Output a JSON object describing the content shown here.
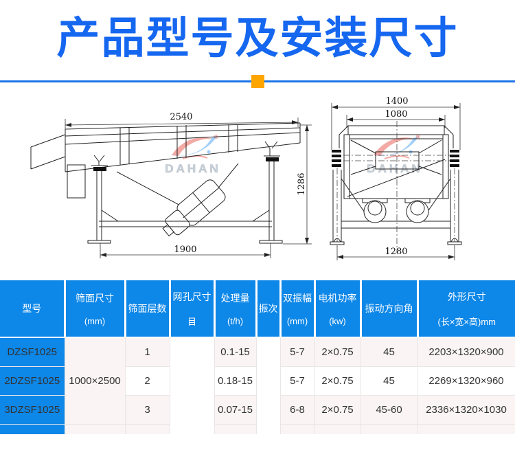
{
  "page": {
    "title": "产品型号及安装尺寸"
  },
  "drawings": {
    "watermark": "DAHAN",
    "side_view": {
      "dim_length": "2540",
      "dim_base": "1900",
      "dim_height": "1286"
    },
    "front_view": {
      "dim_top": "1400",
      "dim_inner": "1080",
      "dim_bottom": "1280"
    }
  },
  "table": {
    "header": {
      "model": "型号",
      "screen_size_1": "筛面尺寸",
      "screen_size_2": "(mm)",
      "layers": "筛面层数",
      "mesh_1": "网孔尺寸",
      "mesh_2": "目",
      "capacity_1": "处理量",
      "capacity_2": "(t/h)",
      "frequency": "振次",
      "amplitude_1": "双振幅",
      "amplitude_2": "(mm)",
      "power_1": "电机功率",
      "power_2": "(kw)",
      "angle": "振动方向角",
      "dims_1": "外形尺寸",
      "dims_2": "(长×宽×高)mm"
    },
    "screen_size_value": "1000×2500",
    "rows": [
      {
        "model": "DZSF1025",
        "layers": "1",
        "capacity": "0.1-15",
        "amplitude": "5-7",
        "power": "2×0.75",
        "angle": "45",
        "dims": "2203×1320×900"
      },
      {
        "model": "2DZSF1025",
        "layers": "2",
        "capacity": "0.18-15",
        "amplitude": "5-7",
        "power": "2×0.75",
        "angle": "45",
        "dims": "2269×1320×960"
      },
      {
        "model": "3DZSF1025",
        "layers": "3",
        "capacity": "0.07-15",
        "amplitude": "6-8",
        "power": "2×0.75",
        "angle": "45-60",
        "dims": "2336×1320×1030"
      }
    ]
  },
  "colors": {
    "accent_blue": "#0d87e8",
    "title_blue": "#1667f0",
    "divider_blue": "#1b74e8",
    "accent_orange": "#ffa502",
    "row_tint": "#faf4f4"
  }
}
